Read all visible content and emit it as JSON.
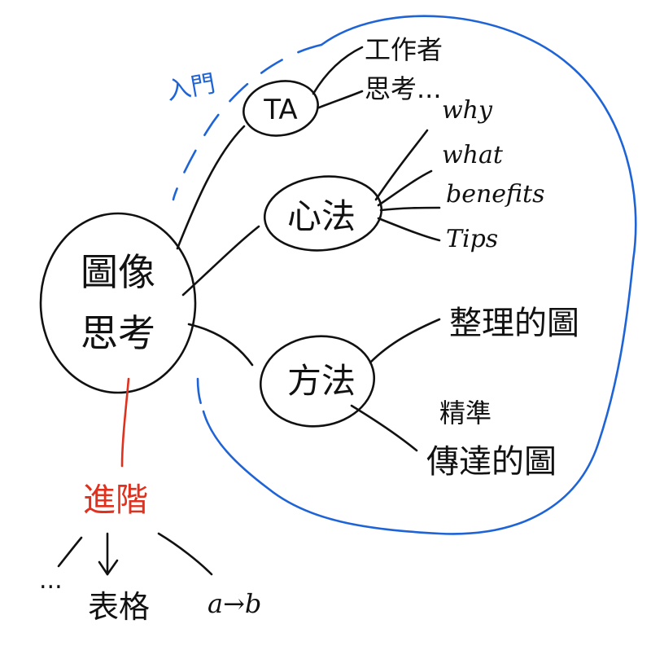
{
  "colors": {
    "ink": "#111111",
    "blue": "#1f64d6",
    "red": "#e0301e"
  },
  "center": {
    "line1": "圖像",
    "line2": "思考"
  },
  "branches": {
    "ta": "TA",
    "xinfa": "心法",
    "fangfa": "方法"
  },
  "ta_leaves": [
    "工作者",
    "思考..."
  ],
  "xinfa_leaves": [
    "why",
    "what",
    "benefits",
    "Tips"
  ],
  "fangfa_leaves": {
    "organize": "整理的圖",
    "precise": "精準",
    "convey": "傳達的圖"
  },
  "intro_label": "入門",
  "advanced_label": "進階",
  "advanced_leaves": [
    "...",
    "表格",
    "a→b"
  ]
}
